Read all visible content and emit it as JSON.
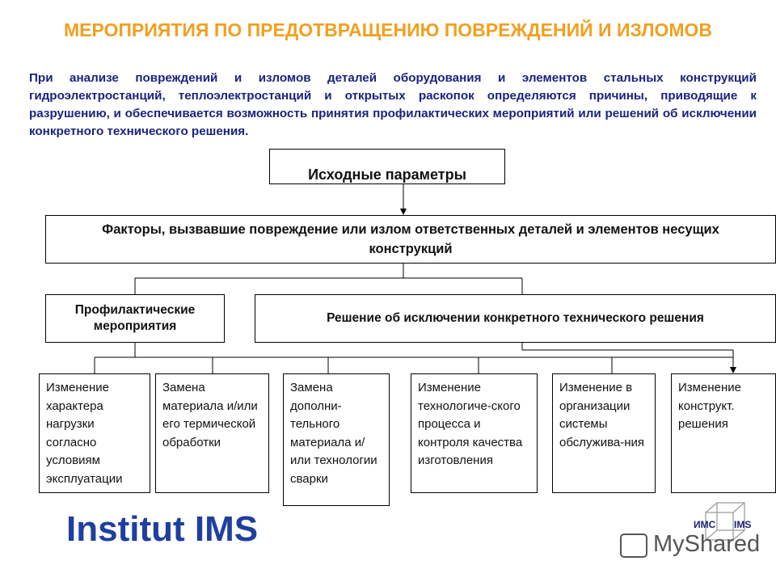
{
  "title": "МЕРОПРИЯТИЯ ПО ПРЕДОТВРАЩЕНИЮ ПОВРЕЖДЕНИЙ И ИЗЛОМОВ",
  "intro": "При анализе повреждений и изломов деталей оборудования и элементов стальных конструкций гидроэлектростанций, теплоэлектростанций и открытых раскопок определяются причины, приводящие к разрушению, и обеспечивается возможность принятия профилактических мероприятий или решений об исключении конкретного технического решения.",
  "diagram": {
    "root": "Исходные параметры",
    "factors": "Факторы, вызвавшие повреждение или излом ответственных деталей и элементов несущих конструкций",
    "prevent": "Профилактические мероприятия",
    "exclude": "Решение об исключении конкретного технического решения",
    "leaves": [
      "Изменение характера нагрузки согласно условиям эксплуатации",
      "Замена материала и/или его термической обработки",
      "Замена дополни-тельного материала и/или технологии сварки",
      "Изменение технологиче-ского процесса и контроля качества изготовления",
      "Изменение в организации системы обслужива-ния",
      "Изменение конструкт. решения"
    ]
  },
  "footer": {
    "brand": "Institut IMS",
    "logo_left": "ИМС",
    "logo_right": "IMS",
    "watermark": "MyShared"
  },
  "colors": {
    "title": "#f0a020",
    "intro": "#1a237e",
    "brand": "#1f3fa0"
  }
}
